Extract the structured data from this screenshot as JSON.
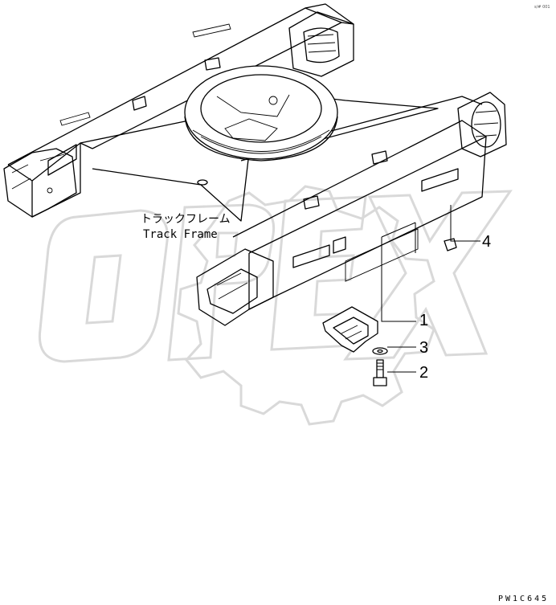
{
  "caption": {
    "japanese": "トラックフレーム",
    "english": "Track Frame"
  },
  "watermark": "OPEX",
  "drawing_code": "PW1C645",
  "corner_mark": "s/# 001",
  "callouts": [
    {
      "number": "1"
    },
    {
      "number": "2"
    },
    {
      "number": "3"
    },
    {
      "number": "4"
    }
  ],
  "colors": {
    "line": "#000000",
    "watermark": "#d9d9d9",
    "background": "#ffffff"
  }
}
